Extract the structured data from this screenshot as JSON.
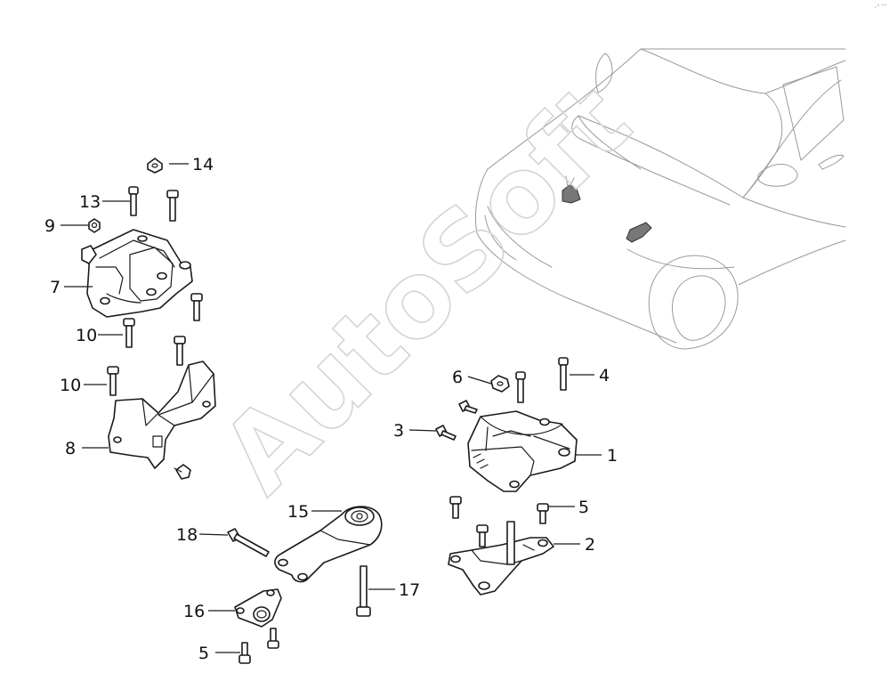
{
  "watermark": "AutoSoft",
  "corner_mark": "◦˃ ˘˘",
  "callouts": {
    "c1": "1",
    "c2": "2",
    "c3": "3",
    "c4": "4",
    "c5a": "5",
    "c5b": "5",
    "c6": "6",
    "c7": "7",
    "c8": "8",
    "c9": "9",
    "c10a": "10",
    "c10b": "10",
    "c13": "13",
    "c14": "14",
    "c15": "15",
    "c16": "16",
    "c17": "17",
    "c18": "18"
  },
  "colors": {
    "line": "#1a1a1a",
    "vehicle_outline": "#9a9a9a",
    "watermark": "#d4d4d4",
    "background": "#ffffff"
  }
}
